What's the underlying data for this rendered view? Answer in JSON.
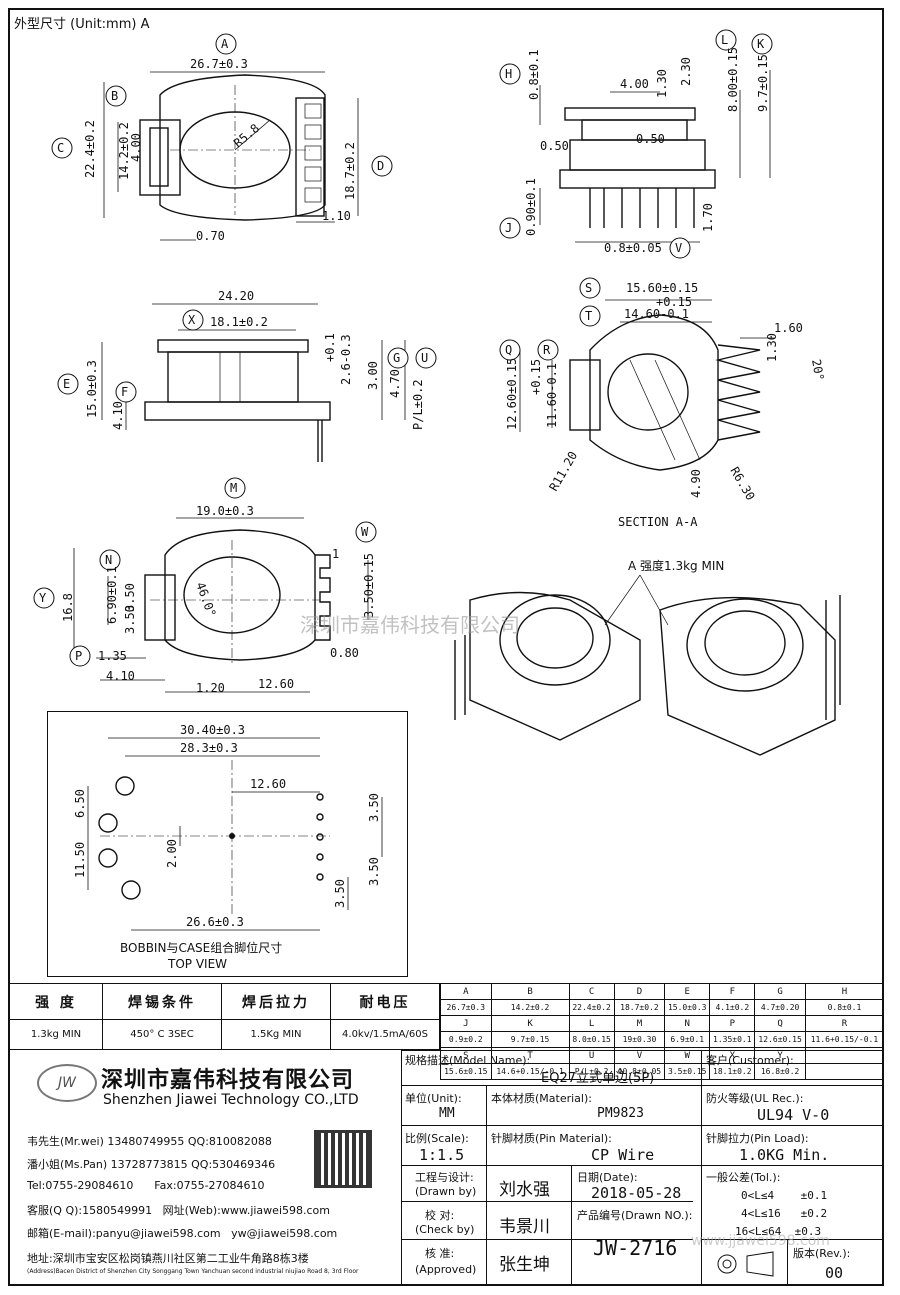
{
  "header": {
    "title": "外型尺寸 (Unit:mm) A"
  },
  "views": {
    "top_left": {
      "A": "A",
      "A_dim": "26.7±0.3",
      "B": "B",
      "C": "C",
      "C_dim": "22.4±0.2",
      "B_dim": "14.2±0.2",
      "d400": "4.00",
      "R": "R5.8",
      "D": "D",
      "D_dim": "18.7±0.2",
      "d110": "1.10",
      "d070": "0.70"
    },
    "top_right": {
      "H": "H",
      "H_dim": "0.8±0.1",
      "d400": "4.00",
      "d130": "1.30",
      "d230": "2.30",
      "L": "L",
      "L_dim": "8.00±0.15",
      "K": "K",
      "K_dim": "9.7±0.15",
      "d050a": "0.50",
      "d050b": "0.50",
      "J": "J",
      "J_dim": "0.90±0.1",
      "V_dim": "0.8±0.05",
      "V": "V",
      "d170": "1.70"
    },
    "mid_left": {
      "d2420": "24.20",
      "X": "X",
      "X_dim": "18.1±0.2",
      "tol1": "+0.1",
      "tol2": "2.6-0.3",
      "G": "G",
      "U": "U",
      "d300": "3.00",
      "d470": "4.70",
      "PL": "P/L±0.2",
      "E": "E",
      "E_dim": "15.0±0.3",
      "F": "F",
      "d410": "4.10"
    },
    "section": {
      "S": "S",
      "S_dim": "15.60±0.15",
      "tolp": "+0.15",
      "T": "T",
      "T_dim": "14.60-0.1",
      "d160": "1.60",
      "d130": "1.30",
      "ang": "20°",
      "Q": "Q",
      "R": "R",
      "Q_dim": "12.60±0.15",
      "R_tol": "+0.15",
      "R_dim": "11.60-0.1",
      "R1120": "R11.20",
      "d490": "4.90",
      "R630": "R6.30",
      "caption": "SECTION A-A"
    },
    "bottom_left": {
      "M": "M",
      "M_dim": "19.0±0.3",
      "W": "W",
      "W_dim": "3.50±0.15",
      "pin1": "1",
      "N": "N",
      "N_dim": "6.90±0.1",
      "Y": "Y",
      "Y_dim": "16.8",
      "d350": "3.50",
      "d350b": "3.50",
      "ang": "46.0°",
      "P": "P",
      "d135": "1.35",
      "d080": "0.80",
      "d410": "4.10",
      "d120": "1.20",
      "d1260": "12.60"
    },
    "iso": {
      "note": "A 强度1.3kg MIN",
      "watermark": "深圳市嘉伟科技有限公司"
    },
    "footprint": {
      "d3040": "30.40±0.3",
      "d283": "28.3±0.3",
      "d1260": "12.60",
      "d350a": "3.50",
      "d650": "6.50",
      "d1150": "11.50",
      "d200": "2.00",
      "d350b": "3.50",
      "d350c": "3.50",
      "d266": "26.6±0.3",
      "caption1": "BOBBIN与CASE组合脚位尺寸",
      "caption2": "TOP VIEW"
    }
  },
  "spec_table": {
    "row1": [
      "A",
      "B",
      "C",
      "D",
      "E",
      "F",
      "G",
      "H"
    ],
    "row2": [
      "26.7±0.3",
      "14.2±0.2",
      "22.4±0.2",
      "18.7±0.2",
      "15.0±0.3",
      "4.1±0.2",
      "4.7±0.20",
      "0.8±0.1"
    ],
    "row3": [
      "J",
      "K",
      "L",
      "M",
      "N",
      "P",
      "Q",
      "R"
    ],
    "row4": [
      "0.9±0.2",
      "9.7±0.15",
      "8.0±0.15",
      "19±0.30",
      "6.9±0.1",
      "1.35±0.1",
      "12.6±0.15",
      "11.6+0.15/-0.1"
    ],
    "row5": [
      "S",
      "T",
      "U",
      "V",
      "W",
      "X",
      "Y",
      ""
    ],
    "row6": [
      "15.6±0.15",
      "14.6+0.15/-0.1",
      "P/L±0.2",
      "Φ0.8±0.05",
      "3.5±0.15",
      "18.1±0.2",
      "16.8±0.2",
      ""
    ]
  },
  "props": {
    "headers": [
      "强 度",
      "焊锡条件",
      "焊后拉力",
      "耐电压"
    ],
    "values": [
      "1.3kg MIN",
      "450° C 3SEC",
      "1.5Kg MIN",
      "4.0kv/1.5mA/60S"
    ]
  },
  "company": {
    "logo": "JW",
    "name_cn": "深圳市嘉伟科技有限公司",
    "name_en": "Shenzhen Jiawei Technology CO.,LTD",
    "contacts": [
      "韦先生(Mr.wei) 13480749955 QQ:810082088",
      "潘小姐(Ms.Pan) 13728773815 QQ:530469346",
      "Tel:0755-29084610      Fax:0755-27084610",
      "客服(Q Q):1580549991   网址(Web):www.jiawei598.com",
      "邮箱(E-mail):panyu@jiawei598.com   yw@jiawei598.com"
    ],
    "addr_cn": "地址:深圳市宝安区松岗镇燕川社区第二工业牛角路8栋3楼",
    "addr_en": "(Address)Bacen District of Shenzhen City Songgang Town Yanchuan second industrial niujiao Road 8, 3rd Floor"
  },
  "title_block": {
    "model_label": "规格描述(Model Name):",
    "model": "EQ27立式单边(5P)",
    "customer_label": "客户(Customer):",
    "unit_label": "单位(Unit):",
    "unit": "MM",
    "material_label": "本体材质(Material):",
    "material": "PM9823",
    "ul_label": "防火等级(UL Rec.):",
    "ul": "UL94 V-0",
    "scale_label": "比例(Scale):",
    "scale": "1:1.5",
    "pin_mat_label": "针脚材质(Pin Material):",
    "pin_mat": "CP Wire",
    "pin_load_label": "针脚拉力(Pin Load):",
    "pin_load": "1.0KG Min.",
    "drawn_label1": "工程与设计:",
    "drawn_label2": "(Drawn by)",
    "drawn": "刘水强",
    "date_label": "日期(Date):",
    "date": "2018-05-28",
    "check_label1": "校 对:",
    "check_label2": "(Check by)",
    "check": "韦景川",
    "drawn_no_label": "产品编号(Drawn NO.):",
    "drawn_no": "JW-2716",
    "appr_label1": "核 准:",
    "appr_label2": "(Approved)",
    "appr": "张生坤",
    "tol_label": "一般公差(Tol.):",
    "tol": [
      "0<L≤4    ±0.1",
      "4<L≤16   ±0.2",
      "16<L≤64  ±0.3"
    ],
    "rev_label": "版本(Rev.):",
    "rev": "00",
    "watermark": "www.jjawei598.com"
  }
}
